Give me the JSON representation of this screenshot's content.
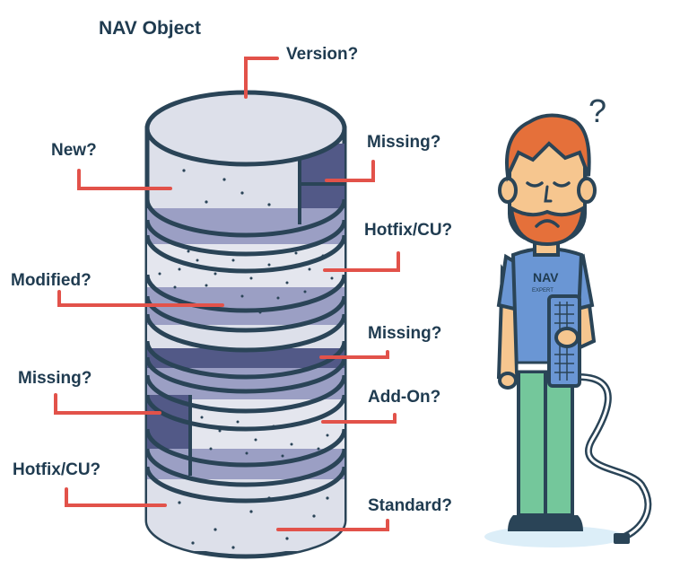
{
  "diagram": {
    "title": "NAV Object",
    "labels": {
      "version": "Version?",
      "missing_top": "Missing?",
      "new": "New?",
      "hotfix_cu_right": "Hotfix/CU?",
      "modified": "Modified?",
      "missing_mid_right": "Missing?",
      "missing_left": "Missing?",
      "add_on": "Add-On?",
      "hotfix_cu_left": "Hotfix/CU?",
      "standard": "Standard?"
    },
    "character": {
      "question_mark": "?",
      "shirt_text": "NAV",
      "shirt_subtext": "EXPERT"
    },
    "colors": {
      "outline": "#2a4457",
      "label_text": "#1f3b50",
      "leader_line": "#e2524a",
      "cylinder_fill": "#dde0ea",
      "band_fill": "#9b9fc4",
      "dark_fill": "#525987",
      "speckle": "#2a4457",
      "shirt": "#6a96d4",
      "pants": "#74c79b",
      "hair": "#e5703a",
      "skin": "#f6c68f",
      "shadow": "#dceef8"
    }
  }
}
